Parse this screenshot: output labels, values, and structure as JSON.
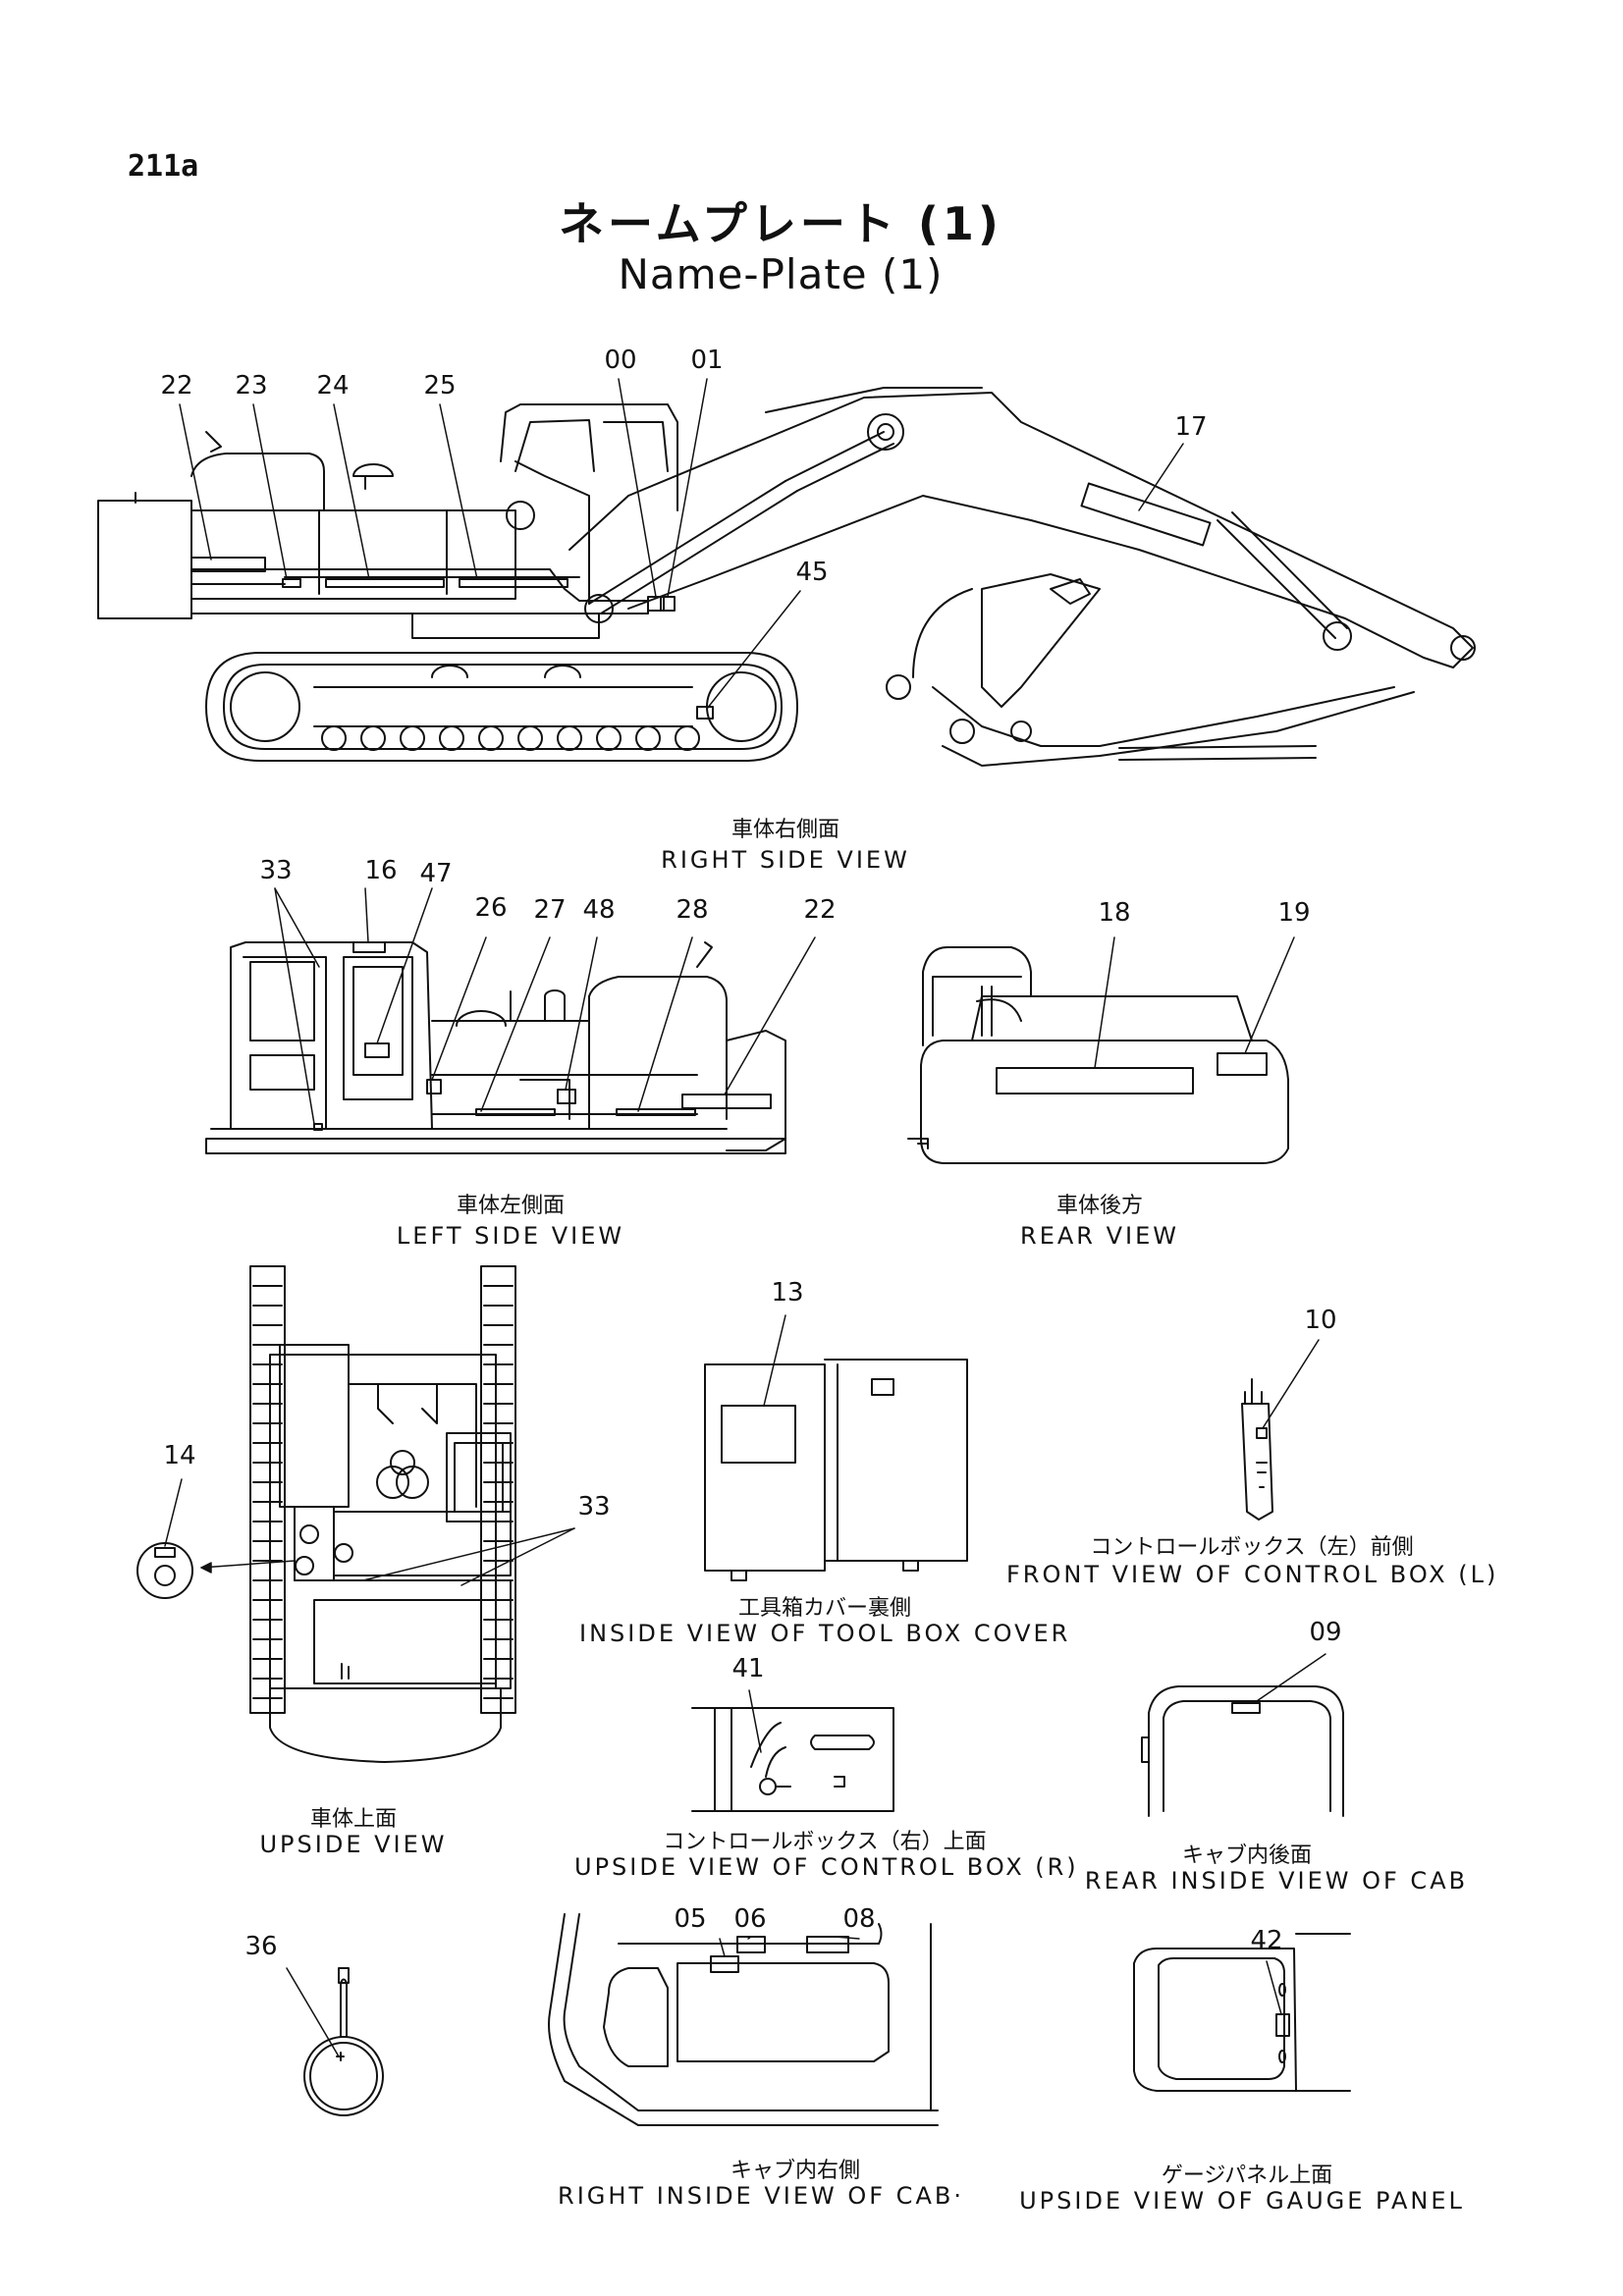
{
  "page_number": "211a",
  "title_jp": "ネームプレート (1)",
  "title_en": "Name-Plate (1)",
  "views": [
    {
      "id": "right-side",
      "caption_jp": "車体右側面",
      "caption_en": "RIGHT SIDE VIEW"
    },
    {
      "id": "left-side",
      "caption_jp": "車体左側面",
      "caption_en": "LEFT SIDE VIEW"
    },
    {
      "id": "rear",
      "caption_jp": "車体後方",
      "caption_en": "REAR VIEW"
    },
    {
      "id": "tool-box-cover",
      "caption_jp": "工具箱カバー裏側",
      "caption_en": "INSIDE VIEW OF TOOL BOX COVER"
    },
    {
      "id": "control-box-l",
      "caption_jp": "コントロールボックス（左）前側",
      "caption_en": "FRONT VIEW OF CONTROL BOX (L)"
    },
    {
      "id": "upside",
      "caption_jp": "車体上面",
      "caption_en": "UPSIDE VIEW"
    },
    {
      "id": "control-box-r",
      "caption_jp": "コントロールボックス（右）上面",
      "caption_en": "UPSIDE VIEW OF CONTROL BOX (R)"
    },
    {
      "id": "cab-rear",
      "caption_jp": "キャブ内後面",
      "caption_en": "REAR INSIDE VIEW OF CAB"
    },
    {
      "id": "cab-right",
      "caption_jp": "キャブ内右側",
      "caption_en": "RIGHT INSIDE VIEW OF CAB·"
    },
    {
      "id": "gauge-panel",
      "caption_jp": "ゲージパネル上面",
      "caption_en": "UPSIDE VIEW OF GAUGE PANEL"
    }
  ],
  "callouts": {
    "c22a": "22",
    "c23": "23",
    "c24": "24",
    "c25": "25",
    "c00": "00",
    "c01": "01",
    "c17": "17",
    "c45": "45",
    "c33a": "33",
    "c16": "16",
    "c47": "47",
    "c26": "26",
    "c27": "27",
    "c48": "48",
    "c28": "28",
    "c22b": "22",
    "c18": "18",
    "c19": "19",
    "c13": "13",
    "c10": "10",
    "c14": "14",
    "c33b": "33",
    "c41": "41",
    "c09": "09",
    "c36": "36",
    "c05": "05",
    "c06": "06",
    "c08": "08",
    "c42": "42"
  }
}
